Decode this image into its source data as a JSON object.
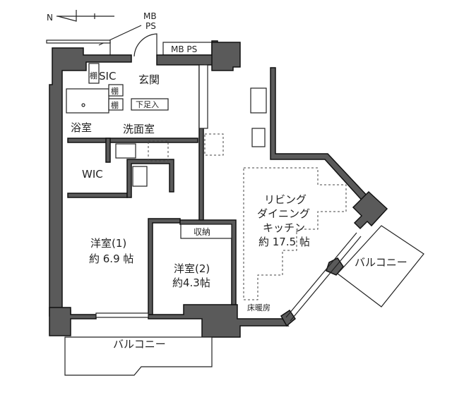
{
  "compass": {
    "north": "N"
  },
  "labels": {
    "mb_ps_top_1": "MB",
    "mb_ps_top_2": "PS",
    "mb_ps_box": "MB PS",
    "shelf": "棚",
    "sic": "SIC",
    "entrance": "玄関",
    "shoe_box": "下足入",
    "bath": "浴室",
    "washroom": "洗面室",
    "wic": "WIC",
    "storage": "収納",
    "western1_name": "洋室(1)",
    "western1_size": "約 6.9 帖",
    "western2_name": "洋室(2)",
    "western2_size": "約4.3帖",
    "ldk_1": "リビング",
    "ldk_2": "ダイニング",
    "ldk_3": "キッチン",
    "ldk_size": "約 17.5 帖",
    "floor_heating": "床暖房",
    "balcony_bottom": "バルコニー",
    "balcony_right": "バルコニー"
  },
  "colors": {
    "wall": "#5a5a5a"
  }
}
